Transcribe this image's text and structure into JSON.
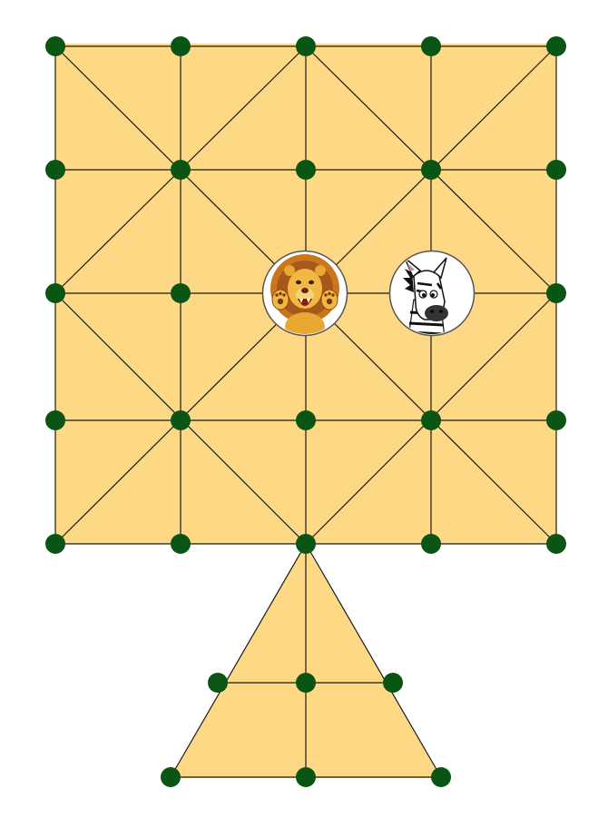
{
  "game": {
    "colors": {
      "board_fill": "#fdd885",
      "line": "#1a1a1a",
      "node": "#0a5414",
      "background": "#ffffff"
    },
    "pieces": [
      {
        "name": "lion",
        "icon": "lion-icon",
        "type": "lion",
        "node": "r2c2"
      },
      {
        "name": "zebra",
        "icon": "zebra-icon",
        "type": "zebra",
        "node": "r2c3"
      }
    ]
  }
}
